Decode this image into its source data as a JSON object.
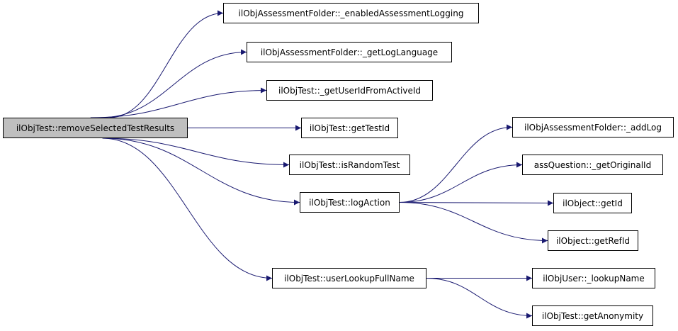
{
  "colors": {
    "edge": "#191970",
    "root_fill": "#bfbfbf",
    "node_fill": "#ffffff",
    "border": "#000000"
  },
  "nodes": {
    "root": "ilObjTest::removeSelectedTestResults",
    "enabled_logging": "ilObjAssessmentFolder::_enabledAssessmentLogging",
    "get_log_language": "ilObjAssessmentFolder::_getLogLanguage",
    "get_user_id": "ilObjTest::_getUserIdFromActiveId",
    "get_test_id": "ilObjTest::getTestId",
    "is_random_test": "ilObjTest::isRandomTest",
    "log_action": "ilObjTest::logAction",
    "user_lookup_full_name": "ilObjTest::userLookupFullName",
    "add_log": "ilObjAssessmentFolder::_addLog",
    "get_original_id": "assQuestion::_getOriginalId",
    "get_id": "ilObject::getId",
    "get_ref_id": "ilObject::getRefId",
    "lookup_name": "ilObjUser::_lookupName",
    "get_anonymity": "ilObjTest::getAnonymity"
  },
  "edges": [
    [
      "root",
      "enabled_logging"
    ],
    [
      "root",
      "get_log_language"
    ],
    [
      "root",
      "get_user_id"
    ],
    [
      "root",
      "get_test_id"
    ],
    [
      "root",
      "is_random_test"
    ],
    [
      "root",
      "log_action"
    ],
    [
      "root",
      "user_lookup_full_name"
    ],
    [
      "log_action",
      "add_log"
    ],
    [
      "log_action",
      "get_original_id"
    ],
    [
      "log_action",
      "get_id"
    ],
    [
      "log_action",
      "get_ref_id"
    ],
    [
      "user_lookup_full_name",
      "lookup_name"
    ],
    [
      "user_lookup_full_name",
      "get_anonymity"
    ]
  ]
}
